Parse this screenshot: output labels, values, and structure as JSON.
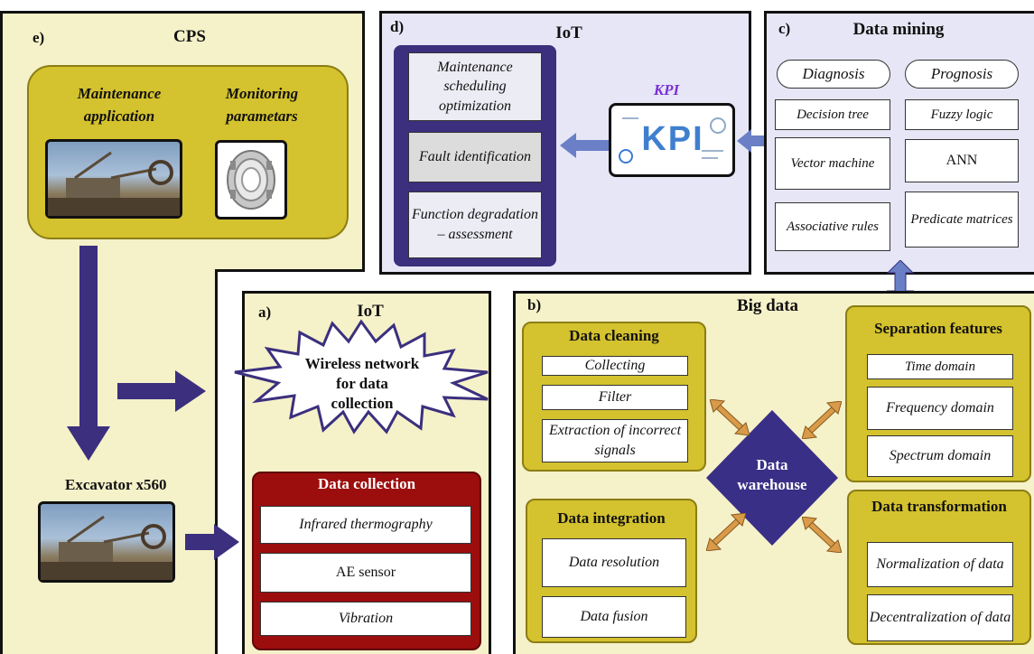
{
  "cps": {
    "tag": "e)",
    "title": "CPS",
    "maintenance_label": "Maintenance application",
    "monitoring_label": "Monitoring parametars",
    "excavator_label": "Excavator x560"
  },
  "iot_d": {
    "tag": "d)",
    "title": "IoT",
    "items": [
      "Maintenance scheduling optimization",
      "Fault identification",
      "Function degradation – assessment"
    ],
    "kpi_label": "KPI",
    "kpi_icon_text": "KPI"
  },
  "data_mining": {
    "tag": "c)",
    "title": "Data mining",
    "diagnosis": "Diagnosis",
    "prognosis": "Prognosis",
    "left_items": [
      "Decision tree",
      "Vector machine",
      "Associative rules"
    ],
    "right_items": [
      "Fuzzy logic",
      "ANN",
      "Predicate matrices"
    ]
  },
  "iot_a": {
    "tag": "a)",
    "title": "IoT",
    "wireless": "Wireless network for data collection",
    "collection_title": "Data collection",
    "collection_items": [
      "Infrared thermography",
      "AE sensor",
      "Vibration"
    ]
  },
  "big_data": {
    "tag": "b)",
    "title": "Big data",
    "cleaning_title": "Data cleaning",
    "cleaning_items": [
      "Collecting",
      "Filter",
      "Extraction of incorrect signals"
    ],
    "integration_title": "Data integration",
    "integration_items": [
      "Data resolution",
      "Data fusion"
    ],
    "warehouse": "Data warehouse",
    "separation_title": "Separation features",
    "separation_items": [
      "Time domain",
      "Frequency domain",
      "Spectrum domain"
    ],
    "transformation_title": "Data transformation",
    "transformation_items": [
      "Normalization of data",
      "Decentralization of data"
    ]
  },
  "colors": {
    "cream": "#f5f1c9",
    "lavender": "#e6e6f6",
    "gold": "#d4c22e",
    "dark_red": "#9c0d0d",
    "navy": "#3b2f7e",
    "diamond": "#3a2f86",
    "orange_arrow": "#c98a3a",
    "kpi_purple": "#7b2fd6"
  }
}
